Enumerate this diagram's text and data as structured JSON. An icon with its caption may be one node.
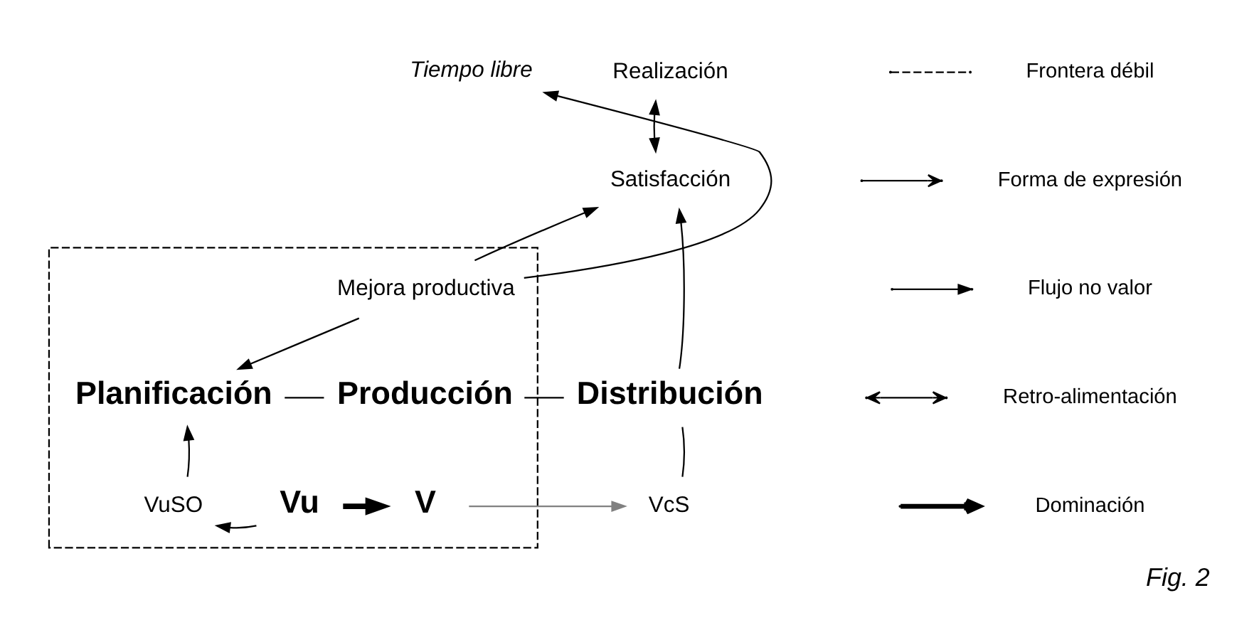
{
  "diagram": {
    "caption": "Fig. 2",
    "nodes": [
      {
        "text": [
          "Realización"
        ]
      },
      {
        "text": [
          "Tiempo libre"
        ]
      },
      {
        "text": [
          "Satisfacción"
        ]
      },
      {
        "text": [],
        "shape": "box"
      },
      {
        "text": [
          "Mejora productiva"
        ],
        "in": 3
      },
      {
        "text": [
          "Planificación"
        ],
        "in": 3
      },
      {
        "text": [
          "Producción"
        ],
        "in": 3
      },
      {
        "text": [
          "Distribución"
        ]
      },
      {
        "text": [
          "VuSO"
        ],
        "in": 3
      },
      {
        "text": [
          "Vu"
        ],
        "in": 3
      },
      {
        "text": [
          "V"
        ],
        "in": 3
      },
      {
        "text": [
          "VcS"
        ]
      }
    ],
    "edges": [
      {
        "from": 0,
        "to": 2,
        "arrow": "both"
      },
      {
        "from": 4,
        "to": 1,
        "arrow": "to"
      },
      {
        "from": 4,
        "to": 5,
        "arrow": "to"
      },
      {
        "from": 4,
        "to": 2,
        "arrow": "to"
      },
      {
        "from": 7,
        "to": 2,
        "arrow": "to"
      },
      {
        "from": 5,
        "to": 6,
        "arrow": "none"
      },
      {
        "from": 6,
        "to": 7,
        "arrow": "none"
      },
      {
        "from": 8,
        "to": 5,
        "arrow": "to"
      },
      {
        "from": 9,
        "to": 8,
        "arrow": "to"
      },
      {
        "from": 9,
        "to": 10,
        "arrow": "to",
        "style": "thick"
      },
      {
        "from": 10,
        "to": 11,
        "arrow": "to",
        "color": "#808080"
      },
      {
        "from": 11,
        "to": 7,
        "arrow": "none"
      }
    ],
    "legend": [
      {
        "text": "Frontera débil"
      },
      {
        "text": "Forma de expresión"
      },
      {
        "text": "Flujo no valor"
      },
      {
        "text": "Retro-alimentación"
      },
      {
        "text": "Dominación"
      }
    ]
  }
}
